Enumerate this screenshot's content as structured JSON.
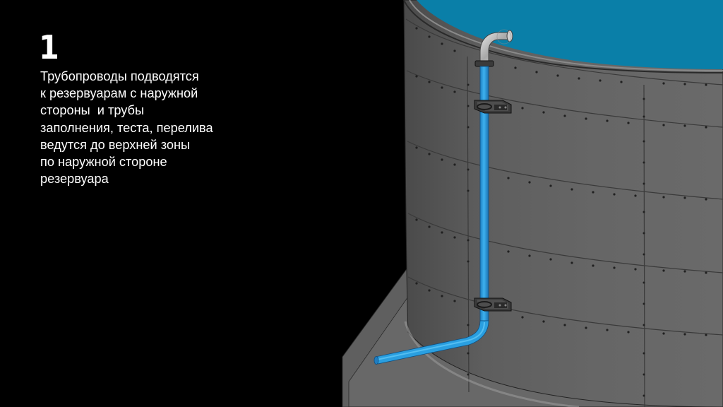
{
  "slide": {
    "step_number": "1",
    "description_lines": [
      "Трубопроводы подводятся",
      "к резервуарам с наружной",
      "стороны  и трубы",
      "заполнения, теста, перелива",
      "ведутся до верхней зоны",
      "по наружной стороне",
      "резервуара"
    ]
  },
  "colors": {
    "background": "#000000",
    "text": "#ffffff",
    "water": "#0a7fa8",
    "pipe": "#2a9fe0",
    "tank_wall": "#5c5c5c",
    "foundation": "#7a7a7a"
  }
}
